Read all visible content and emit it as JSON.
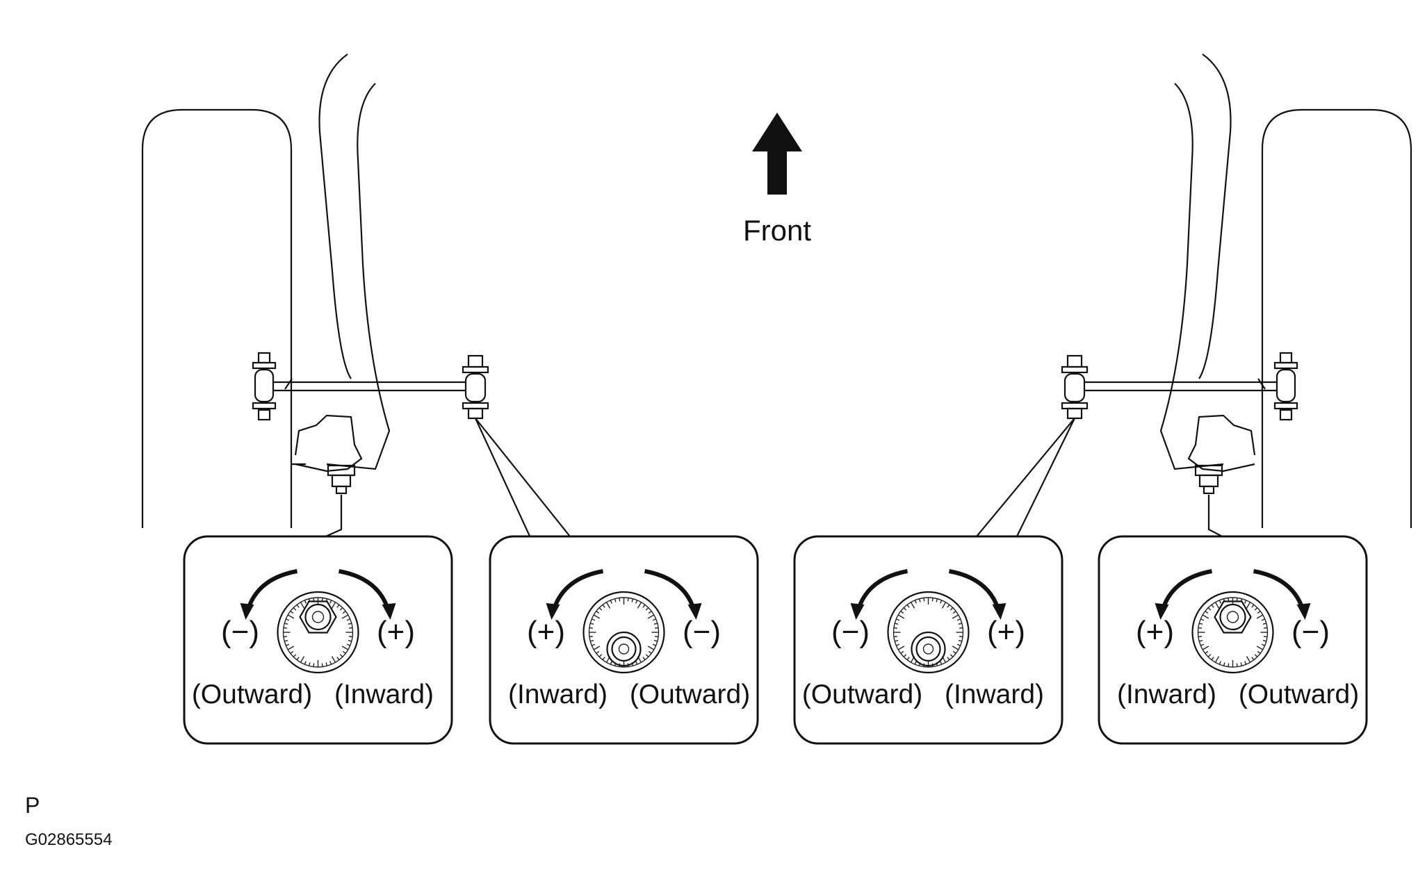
{
  "front_label": "Front",
  "footer": {
    "code_letter": "P",
    "figure_id": "G02865554"
  },
  "callouts": [
    {
      "id": "front-left-lower",
      "cam_position": "top",
      "left_sign": "(−)",
      "right_sign": "(+)",
      "left_dir": "(Outward)",
      "right_dir": "(Inward)"
    },
    {
      "id": "front-left-upper",
      "cam_position": "bottom",
      "left_sign": "(+)",
      "right_sign": "(−)",
      "left_dir": "(Inward)",
      "right_dir": "(Outward)"
    },
    {
      "id": "front-right-upper",
      "cam_position": "bottom",
      "left_sign": "(−)",
      "right_sign": "(+)",
      "left_dir": "(Outward)",
      "right_dir": "(Inward)"
    },
    {
      "id": "front-right-lower",
      "cam_position": "top",
      "left_sign": "(+)",
      "right_sign": "(−)",
      "left_dir": "(Inward)",
      "right_dir": "(Outward)"
    }
  ]
}
